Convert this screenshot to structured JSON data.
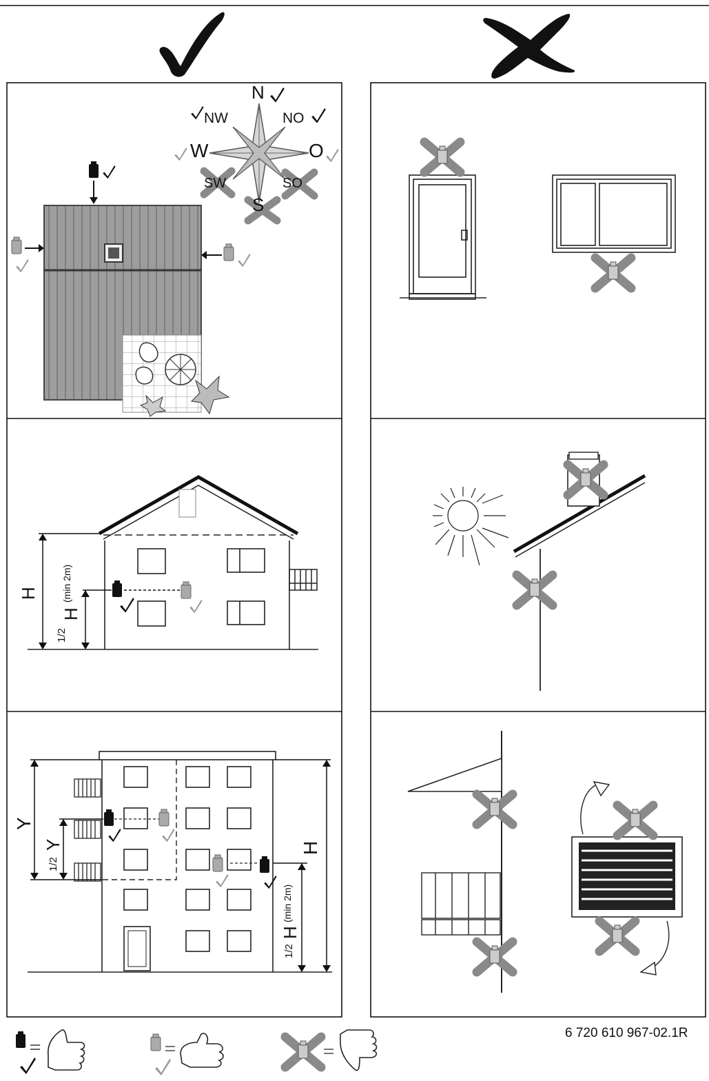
{
  "compass": {
    "n": "N",
    "ne": "NO",
    "nw": "NW",
    "w": "W",
    "e": "O",
    "sw": "SW",
    "se": "SO",
    "s": "S"
  },
  "height_labels": {
    "h": "H",
    "half": "1/2",
    "min2m": "(min 2m)",
    "y": "Y"
  },
  "doc_code": "6 720 610 967-02.1R",
  "colors": {
    "good": "#111111",
    "fair": "#888888",
    "bad": "#8a8a8a",
    "roof": "#9a9a9a"
  }
}
